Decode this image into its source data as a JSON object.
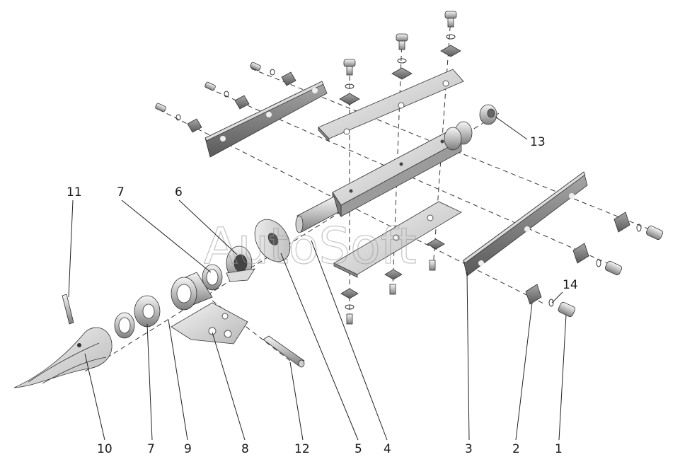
{
  "watermark": "AutoSoft",
  "callouts": {
    "n1": "1",
    "n2": "2",
    "n3": "3",
    "n4": "4",
    "n5": "5",
    "n6": "6",
    "n7a": "7",
    "n7b": "7",
    "n8": "8",
    "n9": "9",
    "n10": "10",
    "n11": "11",
    "n12": "12",
    "n13": "13",
    "n14": "14"
  }
}
